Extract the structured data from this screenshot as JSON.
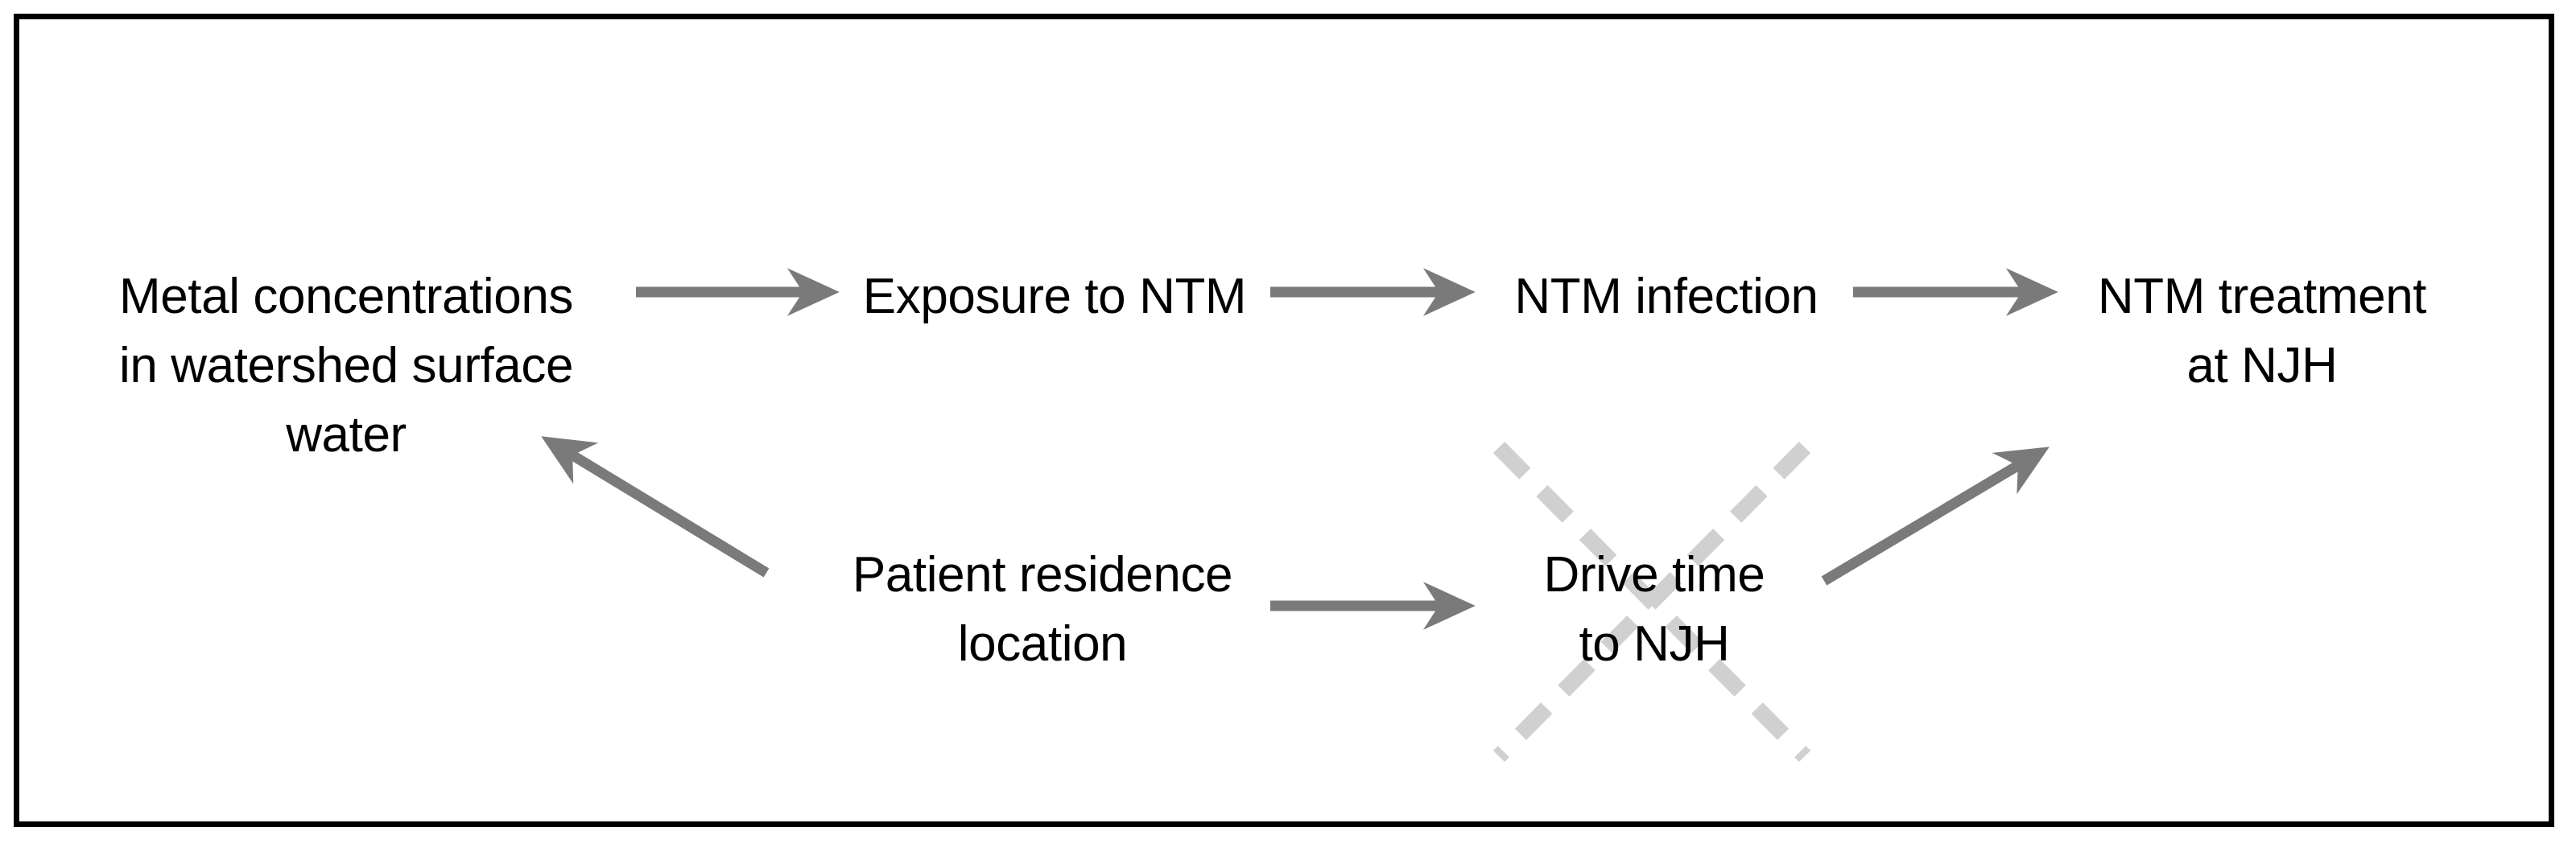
{
  "figure": {
    "type": "conceptual-pathway-diagram",
    "border_color": "#000000",
    "arrow_color": "#7a7a7a",
    "strikethrough_color": "#d0d0d0",
    "text_color": "#000000"
  },
  "nodes": {
    "metal": {
      "label": "Metal concentrations\nin watershed surface\nwater"
    },
    "exposure": {
      "label": "Exposure to NTM"
    },
    "infection": {
      "label": "NTM infection"
    },
    "treatment": {
      "label": "NTM treatment\nat NJH"
    },
    "residence": {
      "label": "Patient residence\nlocation"
    },
    "drivetime": {
      "label": "Drive time\nto NJH",
      "crossed_out": "true"
    }
  },
  "edges": [
    {
      "name": "metal-to-exposure",
      "from": "metal",
      "to": "exposure",
      "style": "solid-arrow"
    },
    {
      "name": "exposure-to-infection",
      "from": "exposure",
      "to": "infection",
      "style": "solid-arrow"
    },
    {
      "name": "infection-to-treatment",
      "from": "infection",
      "to": "treatment",
      "style": "solid-arrow"
    },
    {
      "name": "residence-to-drivetime",
      "from": "residence",
      "to": "drivetime",
      "style": "solid-arrow"
    },
    {
      "name": "residence-to-metal",
      "from": "residence",
      "to": "metal",
      "style": "solid-arrow-diagonal-up-left"
    },
    {
      "name": "drivetime-to-treatment",
      "from": "drivetime",
      "to": "treatment",
      "style": "solid-arrow-diagonal-up-right"
    }
  ]
}
